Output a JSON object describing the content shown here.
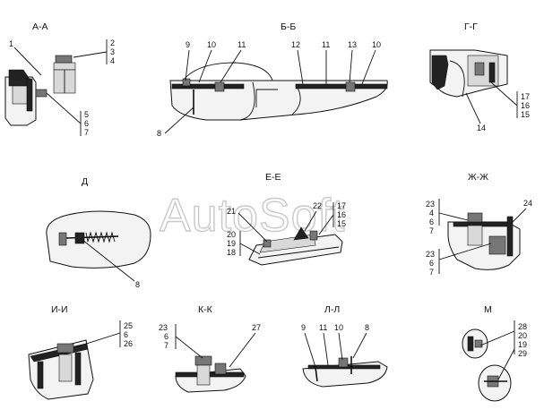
{
  "watermark": "AutoSoft",
  "views": {
    "aa": {
      "title": "А-А",
      "labels": [
        "1",
        "2",
        "3",
        "4",
        "5",
        "6",
        "7"
      ]
    },
    "bb": {
      "title": "Б-Б",
      "labels": [
        "9",
        "10",
        "11",
        "12",
        "11",
        "13",
        "10",
        "8"
      ]
    },
    "gg": {
      "title": "Г-Г",
      "labels": [
        "17",
        "16",
        "15",
        "14"
      ]
    },
    "d": {
      "title": "Д",
      "labels": [
        "8"
      ]
    },
    "ee": {
      "title": "Е-Е",
      "labels": [
        "21",
        "22",
        "17",
        "16",
        "15",
        "20",
        "19",
        "18"
      ]
    },
    "zhzh": {
      "title": "Ж-Ж",
      "labels": [
        "23",
        "4",
        "6",
        "7",
        "24",
        "23",
        "6",
        "7"
      ]
    },
    "ii": {
      "title": "И-И",
      "labels": [
        "25",
        "6",
        "26"
      ]
    },
    "kk": {
      "title": "К-К",
      "labels": [
        "23",
        "6",
        "7",
        "27"
      ]
    },
    "ll": {
      "title": "Л-Л",
      "labels": [
        "9",
        "11",
        "10",
        "8"
      ]
    },
    "m": {
      "title": "М",
      "labels": [
        "28",
        "20",
        "19",
        "29"
      ]
    }
  }
}
